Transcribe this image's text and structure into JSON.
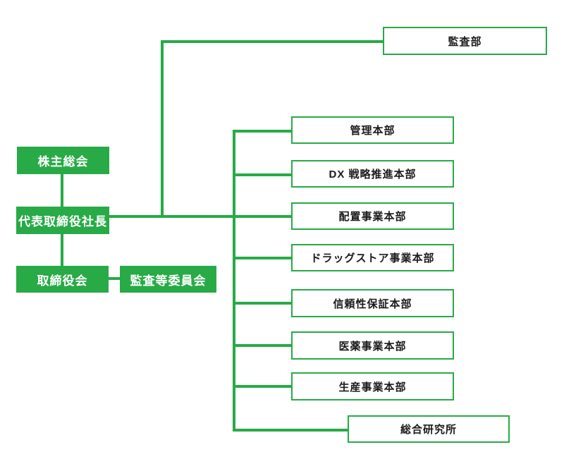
{
  "diagram": {
    "type": "organization-chart",
    "colors": {
      "green": "#28aa47",
      "text_light": "#ffffff",
      "text_dark": "#1a1a1a",
      "background": "#ffffff"
    },
    "nodes": {
      "shareholders": {
        "label": "株主総会"
      },
      "president": {
        "label": "代表取締役社長"
      },
      "board": {
        "label": "取締役会"
      },
      "audit_committee": {
        "label": "監査等委員会"
      },
      "audit_dept": {
        "label": "監査部"
      },
      "admin_hq": {
        "label": "管理本部"
      },
      "dx_hq": {
        "label": "DX 戦略推進本部"
      },
      "placement_hq": {
        "label": "配置事業本部"
      },
      "drugstore_hq": {
        "label": "ドラッグストア事業本部"
      },
      "reliability_hq": {
        "label": "信頼性保証本部"
      },
      "pharma_hq": {
        "label": "医薬事業本部"
      },
      "production_hq": {
        "label": "生産事業本部"
      },
      "research_institute": {
        "label": "総合研究所"
      }
    },
    "edges": [
      "shareholders-president",
      "president-board",
      "board-audit_committee",
      "president-audit_dept",
      "president-admin_hq",
      "president-dx_hq",
      "president-placement_hq",
      "president-drugstore_hq",
      "president-reliability_hq",
      "president-pharma_hq",
      "president-production_hq",
      "president-research_institute"
    ]
  }
}
